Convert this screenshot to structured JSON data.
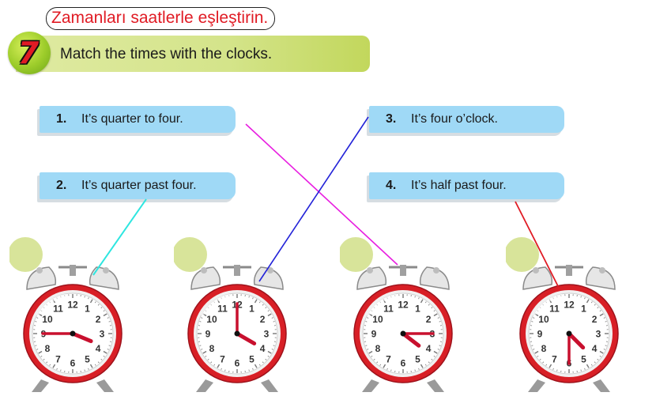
{
  "turkish_instruction": "Zamanları saatlerle eşleştirin.",
  "exercise_number": "7",
  "instruction": "Match the times with the clocks.",
  "items": [
    {
      "number": "1.",
      "text": "It’s quarter to four."
    },
    {
      "number": "2.",
      "text": "It’s quarter past four."
    },
    {
      "number": "3.",
      "text": "It’s four o’clock."
    },
    {
      "number": "4.",
      "text": "It’s half past four."
    }
  ],
  "clocks": [
    {
      "name": "clock-1",
      "hour": 3,
      "minute": 45
    },
    {
      "name": "clock-2",
      "hour": 4,
      "minute": 0
    },
    {
      "name": "clock-3",
      "hour": 4,
      "minute": 15
    },
    {
      "name": "clock-4",
      "hour": 4,
      "minute": 30
    }
  ],
  "dial_numbers": [
    "12",
    "1",
    "2",
    "3",
    "4",
    "5",
    "6",
    "7",
    "8",
    "9",
    "10",
    "11"
  ],
  "matches": [
    {
      "item": 1,
      "clock": 3,
      "color": "#e81ee0"
    },
    {
      "item": 2,
      "clock": 1,
      "color": "#2ee6e0"
    },
    {
      "item": 3,
      "clock": 2,
      "color": "#2323d8"
    },
    {
      "item": 4,
      "clock": 4,
      "color": "#e01b24"
    }
  ],
  "colors": {
    "clock_red": "#d81f26",
    "hand_red": "#c8102e",
    "card_blue": "#9fd9f6",
    "answer_circle": "#d8e49a"
  }
}
